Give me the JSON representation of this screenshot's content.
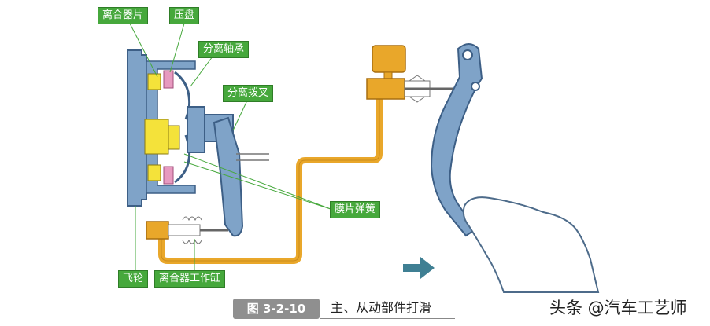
{
  "labels": {
    "clutch_disc": "离合器片",
    "pressure_plate": "压盘",
    "release_bearing": "分离轴承",
    "release_fork": "分离拨叉",
    "diaphragm_spring": "膜片弹簧",
    "flywheel": "飞轮",
    "slave_cylinder": "离合器工作缸"
  },
  "caption": {
    "number": "图 3-2-10",
    "title": "主、从动部件打滑"
  },
  "watermark": "头条 @汽车工艺师",
  "colors": {
    "label_bg": "#46a83c",
    "steel_blue": "#7fa3c8",
    "yellow": "#f4e23a",
    "pink": "#e79ac0",
    "orange": "#e9a72a",
    "arrow": "#3f7f93"
  }
}
